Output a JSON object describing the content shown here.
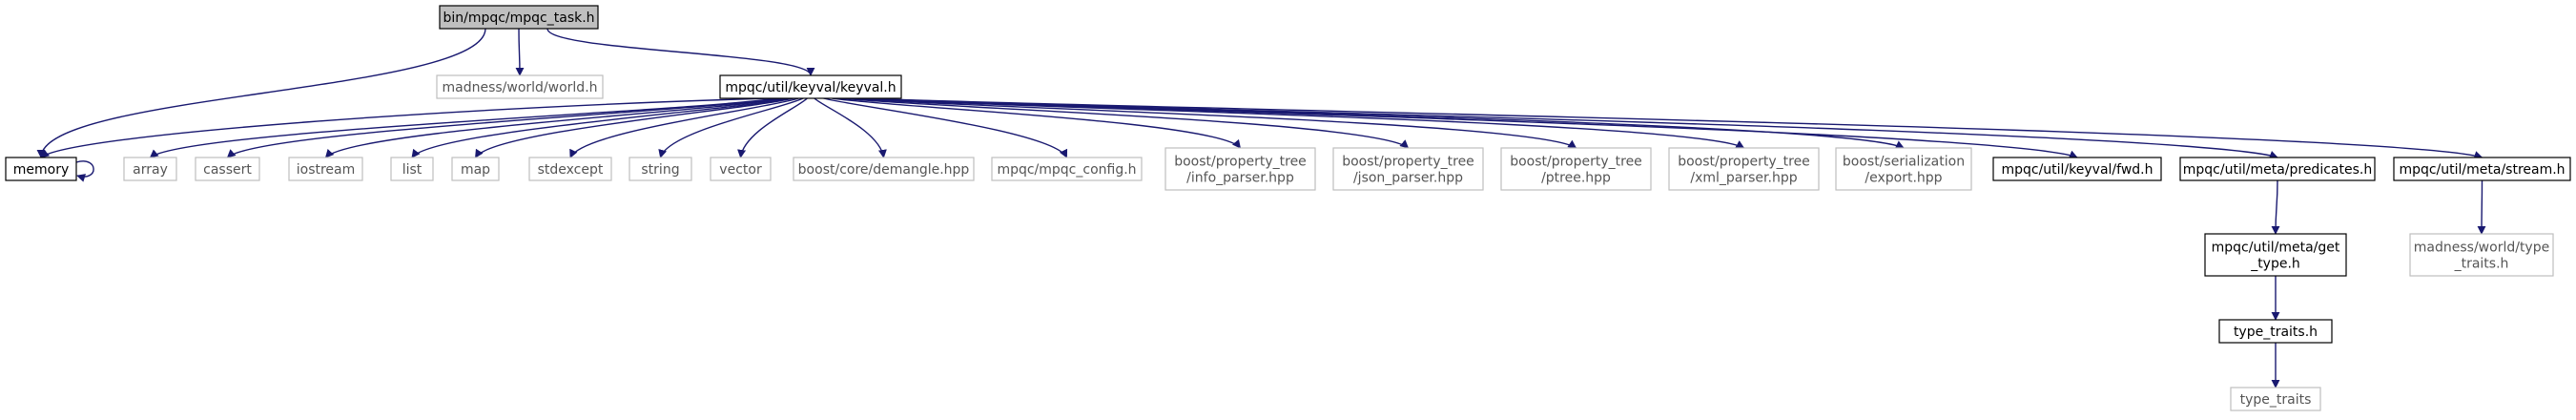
{
  "graph": {
    "colors": {
      "edge": "#191970",
      "root_fill": "#bfbfbf",
      "solid_border": "#000000",
      "missing_border": "#bfbfbf",
      "fill": "#ffffff"
    },
    "nodes": [
      {
        "id": "root",
        "lines": [
          "bin/mpqc/mpqc_task.h"
        ],
        "style": "root"
      },
      {
        "id": "madness_world",
        "lines": [
          "madness/world/world.h"
        ],
        "style": "missing"
      },
      {
        "id": "keyval",
        "lines": [
          "mpqc/util/keyval/keyval.h"
        ],
        "style": "solid"
      },
      {
        "id": "memory",
        "lines": [
          "memory"
        ],
        "style": "solid"
      },
      {
        "id": "array",
        "lines": [
          "array"
        ],
        "style": "missing"
      },
      {
        "id": "cassert",
        "lines": [
          "cassert"
        ],
        "style": "missing"
      },
      {
        "id": "iostream",
        "lines": [
          "iostream"
        ],
        "style": "missing"
      },
      {
        "id": "list",
        "lines": [
          "list"
        ],
        "style": "missing"
      },
      {
        "id": "map",
        "lines": [
          "map"
        ],
        "style": "missing"
      },
      {
        "id": "stdexcept",
        "lines": [
          "stdexcept"
        ],
        "style": "missing"
      },
      {
        "id": "string",
        "lines": [
          "string"
        ],
        "style": "missing"
      },
      {
        "id": "vector",
        "lines": [
          "vector"
        ],
        "style": "missing"
      },
      {
        "id": "demangle",
        "lines": [
          "boost/core/demangle.hpp"
        ],
        "style": "missing"
      },
      {
        "id": "config",
        "lines": [
          "mpqc/mpqc_config.h"
        ],
        "style": "missing"
      },
      {
        "id": "info_parser",
        "lines": [
          "boost/property_tree",
          "/info_parser.hpp"
        ],
        "style": "missing"
      },
      {
        "id": "json_parser",
        "lines": [
          "boost/property_tree",
          "/json_parser.hpp"
        ],
        "style": "missing"
      },
      {
        "id": "ptree",
        "lines": [
          "boost/property_tree",
          "/ptree.hpp"
        ],
        "style": "missing"
      },
      {
        "id": "xml_parser",
        "lines": [
          "boost/property_tree",
          "/xml_parser.hpp"
        ],
        "style": "missing"
      },
      {
        "id": "export",
        "lines": [
          "boost/serialization",
          "/export.hpp"
        ],
        "style": "missing"
      },
      {
        "id": "fwd",
        "lines": [
          "mpqc/util/keyval/fwd.h"
        ],
        "style": "solid"
      },
      {
        "id": "predicates",
        "lines": [
          "mpqc/util/meta/predicates.h"
        ],
        "style": "solid"
      },
      {
        "id": "stream",
        "lines": [
          "mpqc/util/meta/stream.h"
        ],
        "style": "solid"
      },
      {
        "id": "get_type",
        "lines": [
          "mpqc/util/meta/get",
          "_type.h"
        ],
        "style": "solid"
      },
      {
        "id": "type_traits_h",
        "lines": [
          "type_traits.h"
        ],
        "style": "solid"
      },
      {
        "id": "type_traits",
        "lines": [
          "type_traits"
        ],
        "style": "missing"
      },
      {
        "id": "madness_type_traits",
        "lines": [
          "madness/world/type",
          "_traits.h"
        ],
        "style": "missing"
      }
    ],
    "edges": [
      {
        "from": "root",
        "to": "madness_world"
      },
      {
        "from": "root",
        "to": "keyval"
      },
      {
        "from": "root",
        "to": "memory"
      },
      {
        "from": "keyval",
        "to": "memory"
      },
      {
        "from": "keyval",
        "to": "array"
      },
      {
        "from": "keyval",
        "to": "cassert"
      },
      {
        "from": "keyval",
        "to": "iostream"
      },
      {
        "from": "keyval",
        "to": "list"
      },
      {
        "from": "keyval",
        "to": "map"
      },
      {
        "from": "keyval",
        "to": "stdexcept"
      },
      {
        "from": "keyval",
        "to": "string"
      },
      {
        "from": "keyval",
        "to": "vector"
      },
      {
        "from": "keyval",
        "to": "demangle"
      },
      {
        "from": "keyval",
        "to": "config"
      },
      {
        "from": "keyval",
        "to": "info_parser"
      },
      {
        "from": "keyval",
        "to": "json_parser"
      },
      {
        "from": "keyval",
        "to": "ptree"
      },
      {
        "from": "keyval",
        "to": "xml_parser"
      },
      {
        "from": "keyval",
        "to": "export"
      },
      {
        "from": "keyval",
        "to": "fwd"
      },
      {
        "from": "keyval",
        "to": "predicates"
      },
      {
        "from": "keyval",
        "to": "stream"
      },
      {
        "from": "memory",
        "to": "memory",
        "self_loop": true
      },
      {
        "from": "predicates",
        "to": "get_type"
      },
      {
        "from": "get_type",
        "to": "type_traits_h"
      },
      {
        "from": "type_traits_h",
        "to": "type_traits"
      },
      {
        "from": "stream",
        "to": "madness_type_traits"
      }
    ]
  }
}
